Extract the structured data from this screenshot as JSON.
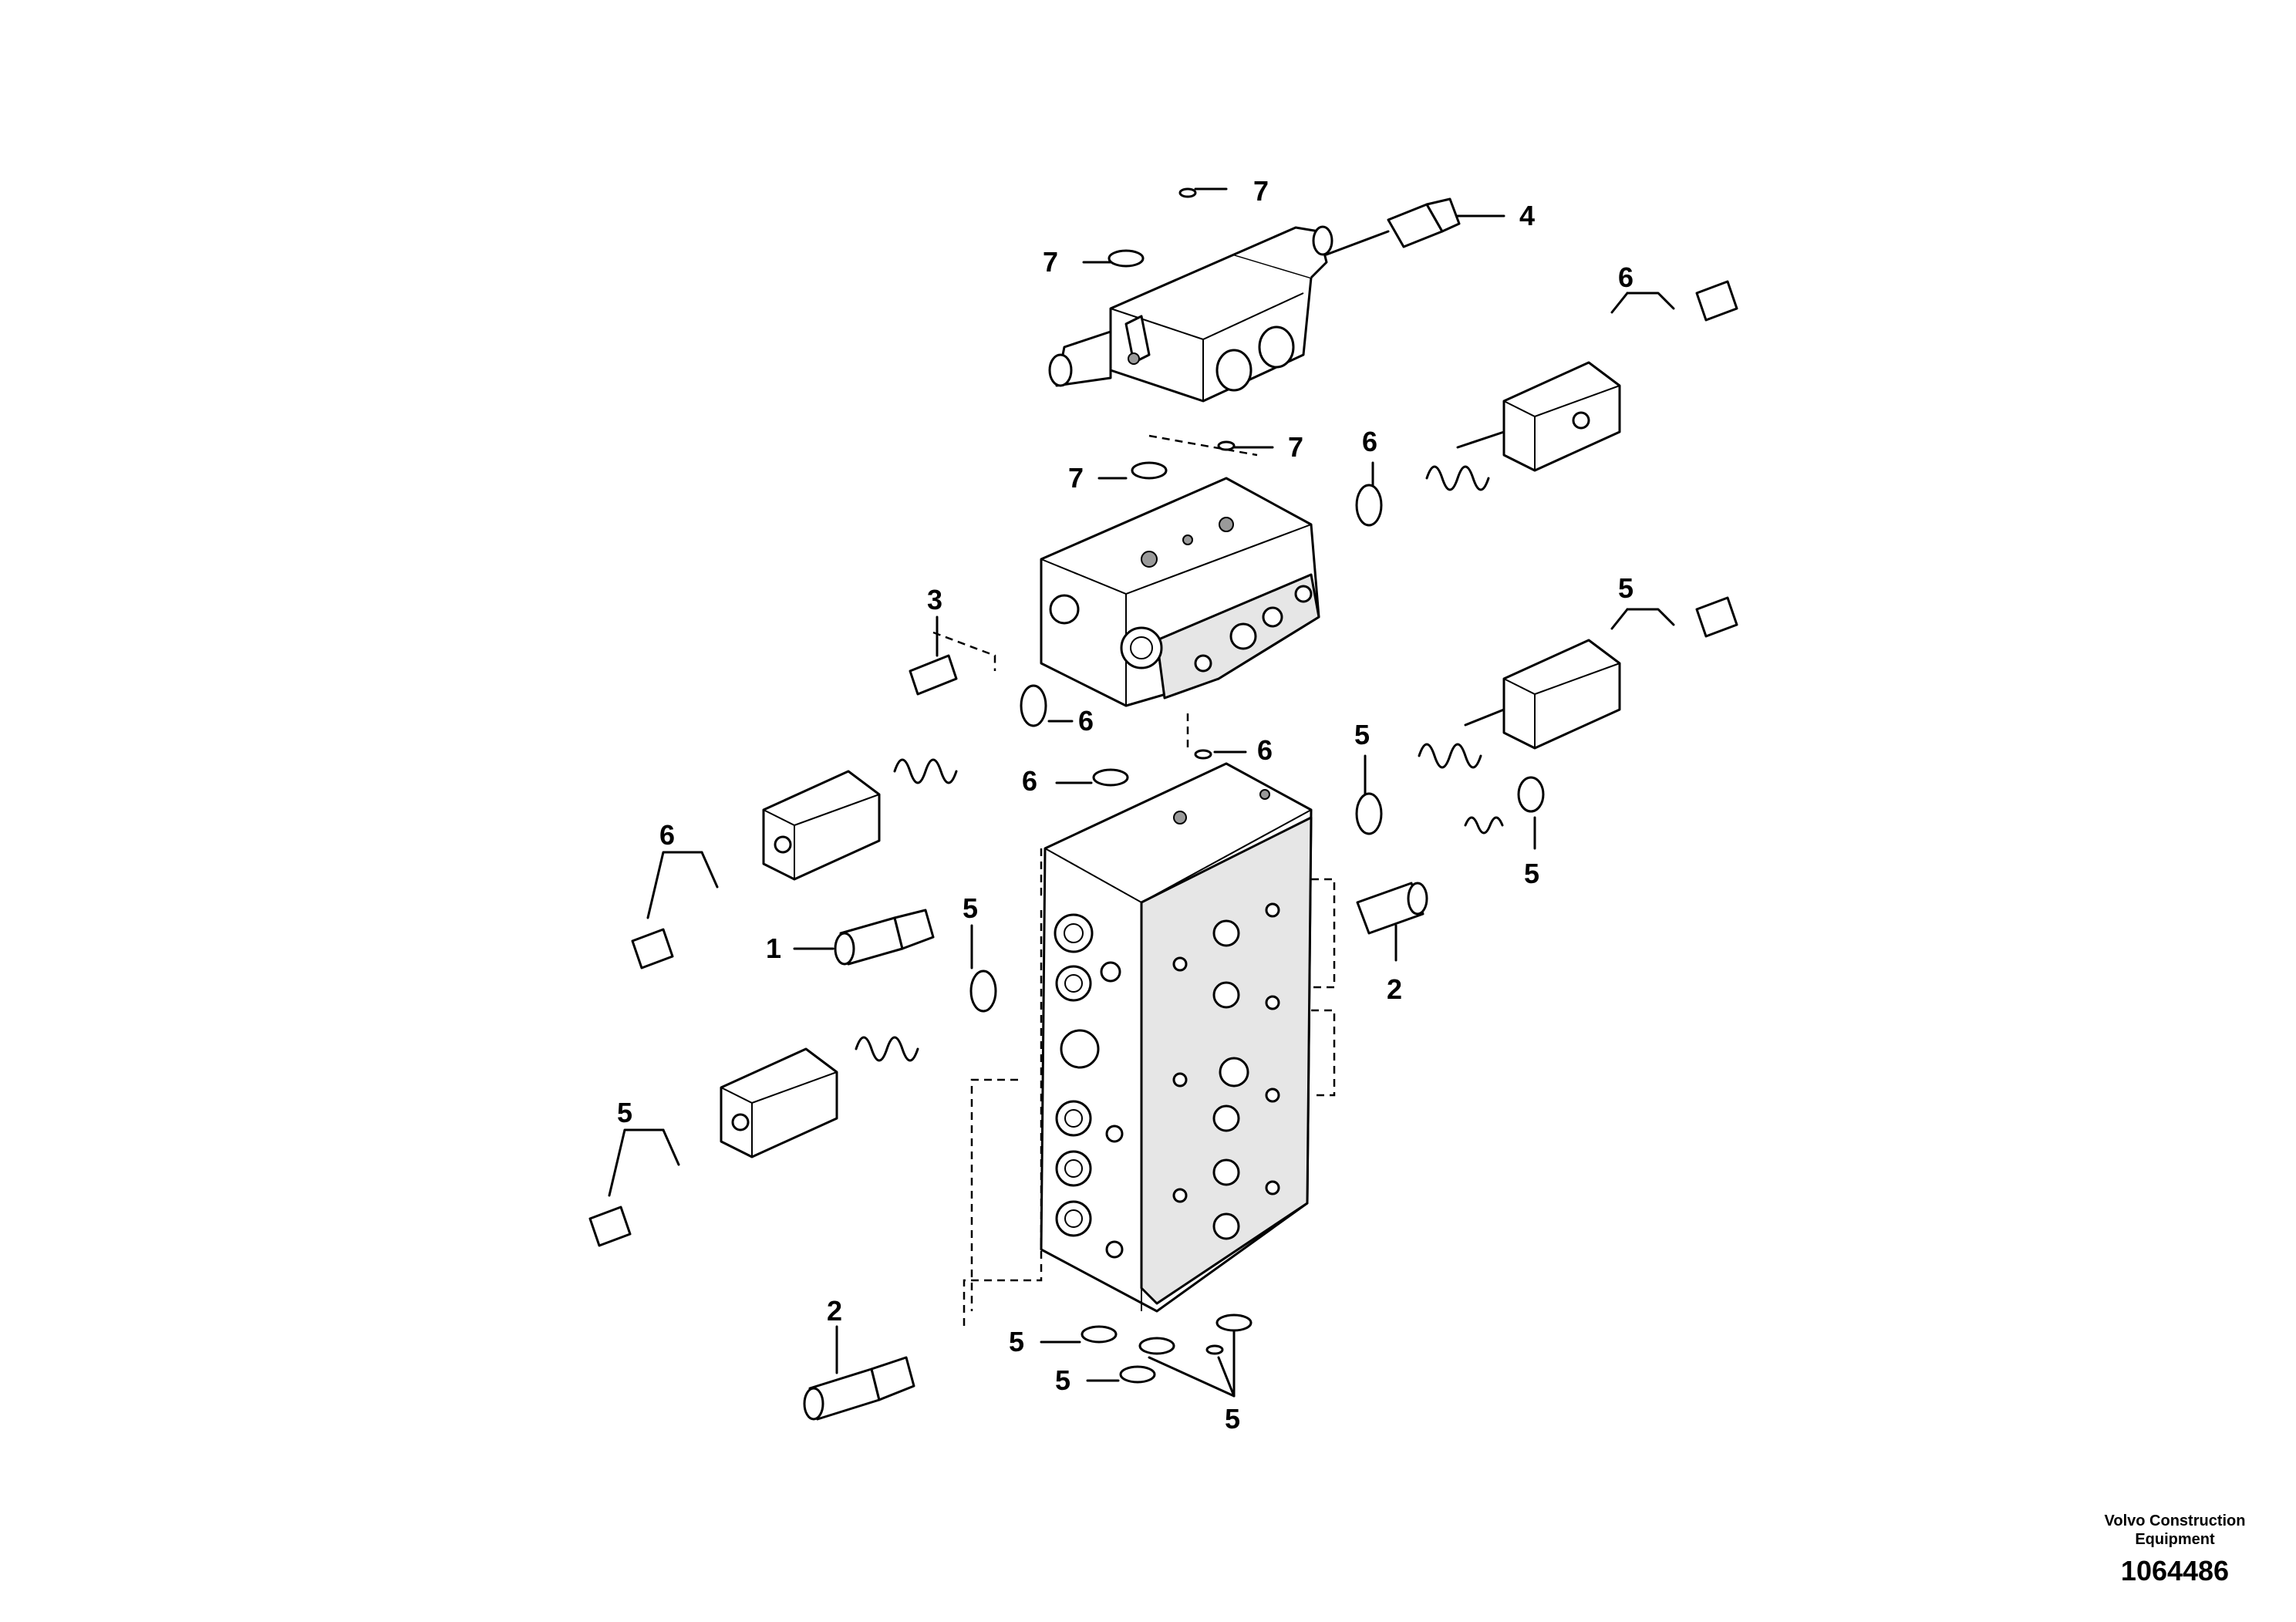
{
  "callouts": {
    "c7a": "7",
    "c7b": "7",
    "c7c": "7",
    "c7d": "7",
    "c4": "4",
    "c6a": "6",
    "c6b": "6",
    "c6c": "6",
    "c6d": "6",
    "c6e": "6",
    "c6f": "6",
    "c3": "3",
    "c5a": "5",
    "c5b": "5",
    "c5c": "5",
    "c5d": "5",
    "c5e": "5",
    "c5f": "5",
    "c5g": "5",
    "c5h": "5",
    "c1": "1",
    "c2a": "2",
    "c2b": "2"
  },
  "footer": {
    "company_line1": "Volvo Construction",
    "company_line2": "Equipment",
    "drawing_number": "1064486"
  }
}
